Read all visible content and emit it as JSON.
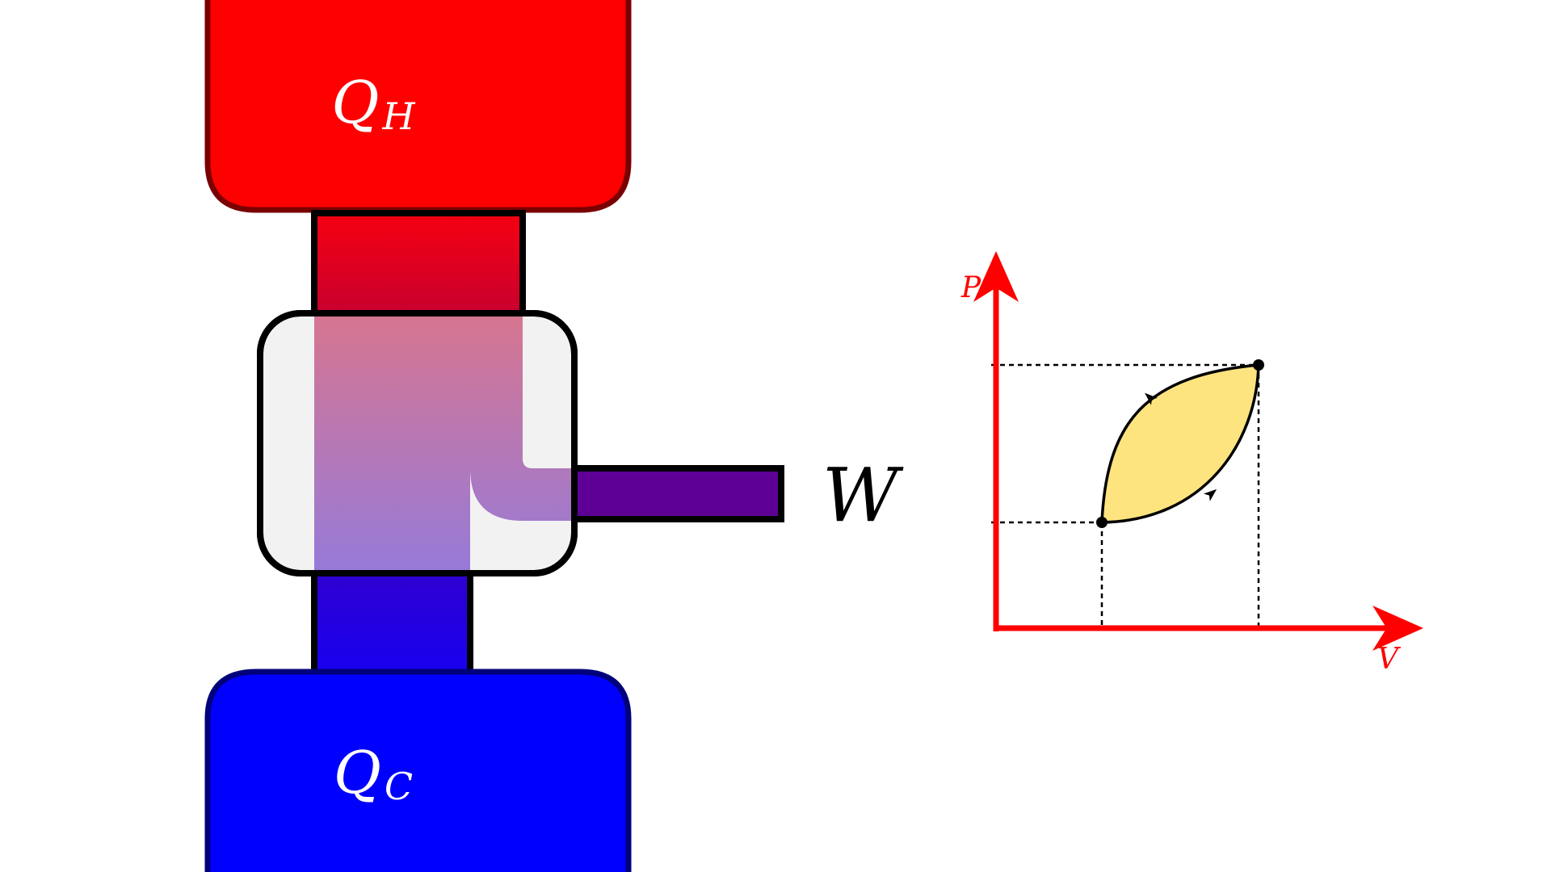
{
  "diagram": {
    "hot_reservoir": {
      "symbol": "Q",
      "subscript": "H",
      "color": "#ff0000",
      "border_color": "#7a0000"
    },
    "cold_reservoir": {
      "symbol": "Q",
      "subscript": "C",
      "color": "#0000ff",
      "border_color": "#00007a"
    },
    "engine": {
      "fill_color": "#f2f2f2",
      "flow_top_color": "#d46b88",
      "flow_bottom_color": "#8e70d6"
    },
    "work_output": {
      "label": "W",
      "color": "#5e0096"
    }
  },
  "pv_diagram": {
    "axis_color": "#ff0000",
    "y_axis_label": "P",
    "x_axis_label": "V",
    "cycle_fill": "#fde47f"
  }
}
